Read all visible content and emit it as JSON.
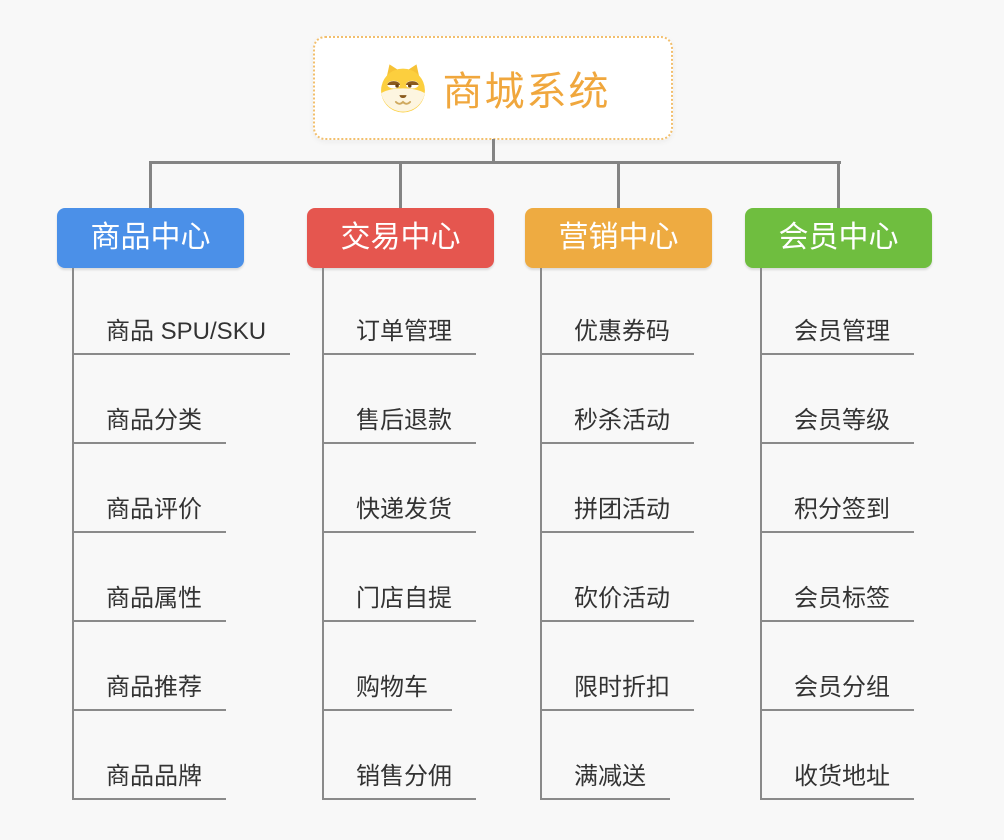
{
  "canvas": {
    "background": "#f8f8f8",
    "connector_color": "#848484"
  },
  "root": {
    "title": "商城系统",
    "icon": "dog-face-icon",
    "accent_color": "#f0a73d",
    "border_color": "#f2bf6d"
  },
  "branches": [
    {
      "label": "商品中心",
      "color": "#4b90e8",
      "items": [
        "商品 SPU/SKU",
        "商品分类",
        "商品评价",
        "商品属性",
        "商品推荐",
        "商品品牌"
      ]
    },
    {
      "label": "交易中心",
      "color": "#e5564f",
      "items": [
        "订单管理",
        "售后退款",
        "快递发货",
        "门店自提",
        "购物车",
        "销售分佣"
      ]
    },
    {
      "label": "营销中心",
      "color": "#eeab41",
      "items": [
        "优惠券码",
        "秒杀活动",
        "拼团活动",
        "砍价活动",
        "限时折扣",
        "满减送"
      ]
    },
    {
      "label": "会员中心",
      "color": "#6fbe3f",
      "items": [
        "会员管理",
        "会员等级",
        "积分签到",
        "会员标签",
        "会员分组",
        "收货地址"
      ]
    }
  ]
}
